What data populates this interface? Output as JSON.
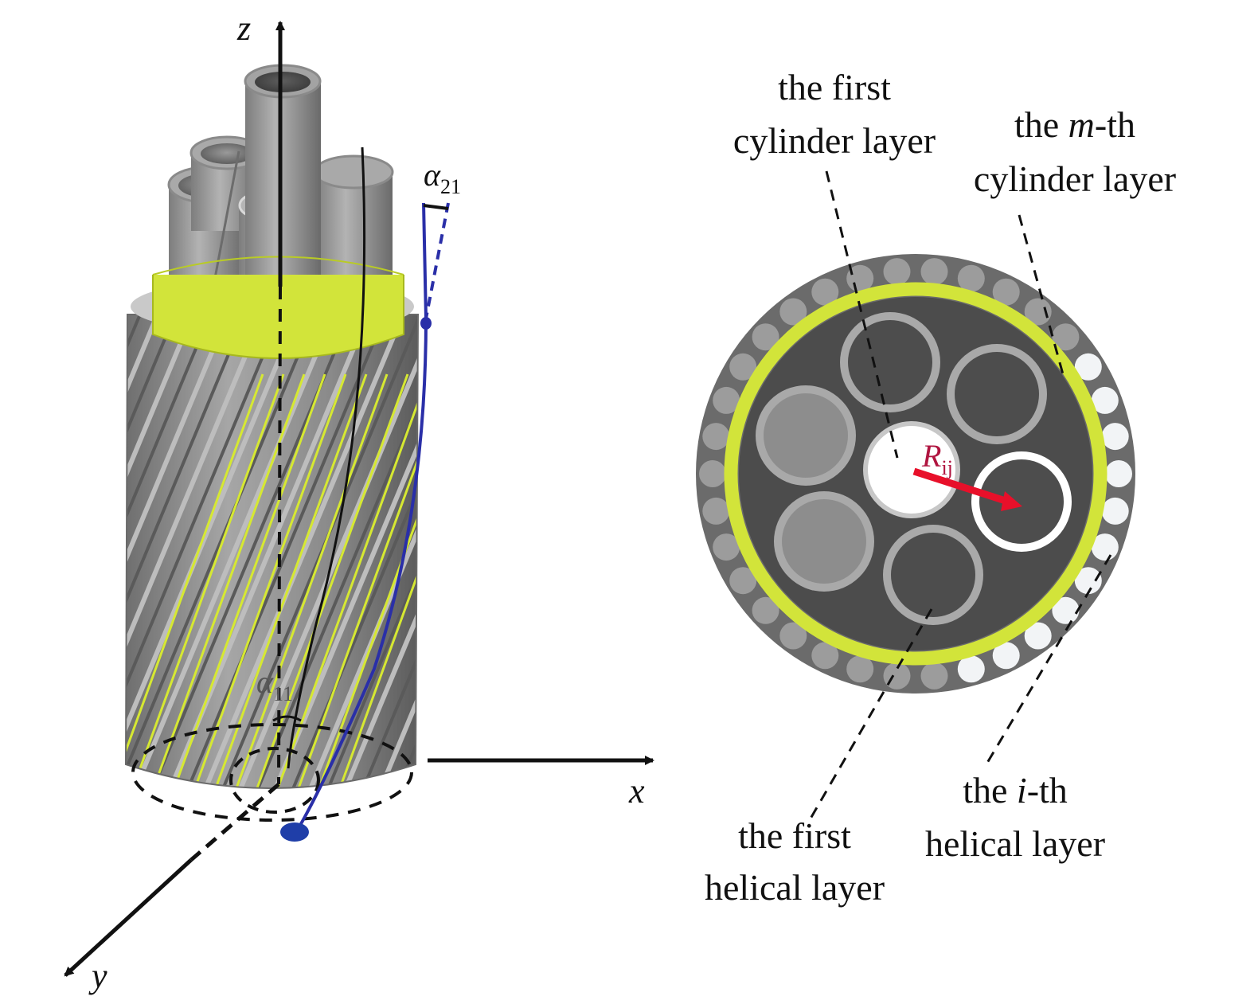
{
  "axes": {
    "z": "z",
    "x": "x",
    "y": "y"
  },
  "angles": {
    "alpha21_symbol": "α",
    "alpha21_sub": "21",
    "alpha11_symbol": "α",
    "alpha11_sub": "11"
  },
  "radius": {
    "symbol": "R",
    "sub": "ij"
  },
  "labels": {
    "first_cylinder": [
      "the first",
      "cylinder layer"
    ],
    "mth_cylinder_pre": "the ",
    "mth_cylinder_var": "m",
    "mth_cylinder_post": "-th",
    "mth_cylinder_line2": "cylinder layer",
    "ith_helical_pre": "the ",
    "ith_helical_var": "i",
    "ith_helical_post": "-th",
    "ith_helical_line2": "helical layer",
    "first_helical": [
      "the first",
      "helical layer"
    ]
  },
  "colors": {
    "steel": "#8e8e8e",
    "steel_dark": "#4a4a4a",
    "core_yellow": "#d6e832",
    "blue_path": "#2a2fa8",
    "radius_red": "#e8102a"
  }
}
